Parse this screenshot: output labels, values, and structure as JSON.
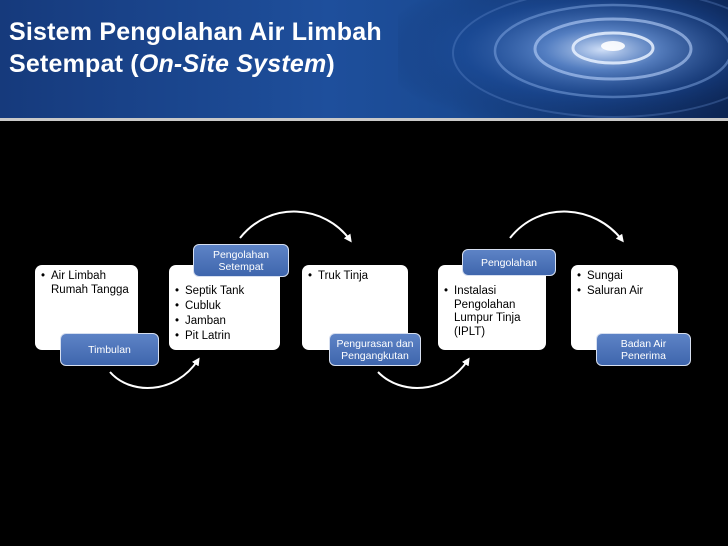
{
  "slide": {
    "title_line1": "Sistem Pengolahan Air Limbah",
    "title_line2_prefix": "Setempat (",
    "title_line2_italic": "On-Site System",
    "title_line2_suffix": ")"
  },
  "diagram": {
    "steps": [
      {
        "items": [
          "Air Limbah Rumah Tangga"
        ],
        "label": "Timbulan"
      },
      {
        "items": [
          "Septik Tank",
          "Cubluk",
          "Jamban",
          "Pit Latrin"
        ],
        "label": "Pengolahan Setempat"
      },
      {
        "items": [
          "Truk Tinja"
        ],
        "label": "Pengurasan dan Pengangkutan"
      },
      {
        "items": [
          "Instalasi Pengolahan Lumpur Tinja (IPLT)"
        ],
        "label": "Pengolahan"
      },
      {
        "items": [
          "Sungai",
          "Saluran Air"
        ],
        "label": "Badan Air Penerima"
      }
    ]
  },
  "colors": {
    "background": "#000000",
    "header": "#1e4f9c",
    "label_fill": "#4a70b6",
    "card": "#ffffff",
    "arrow": "#ffffff"
  }
}
